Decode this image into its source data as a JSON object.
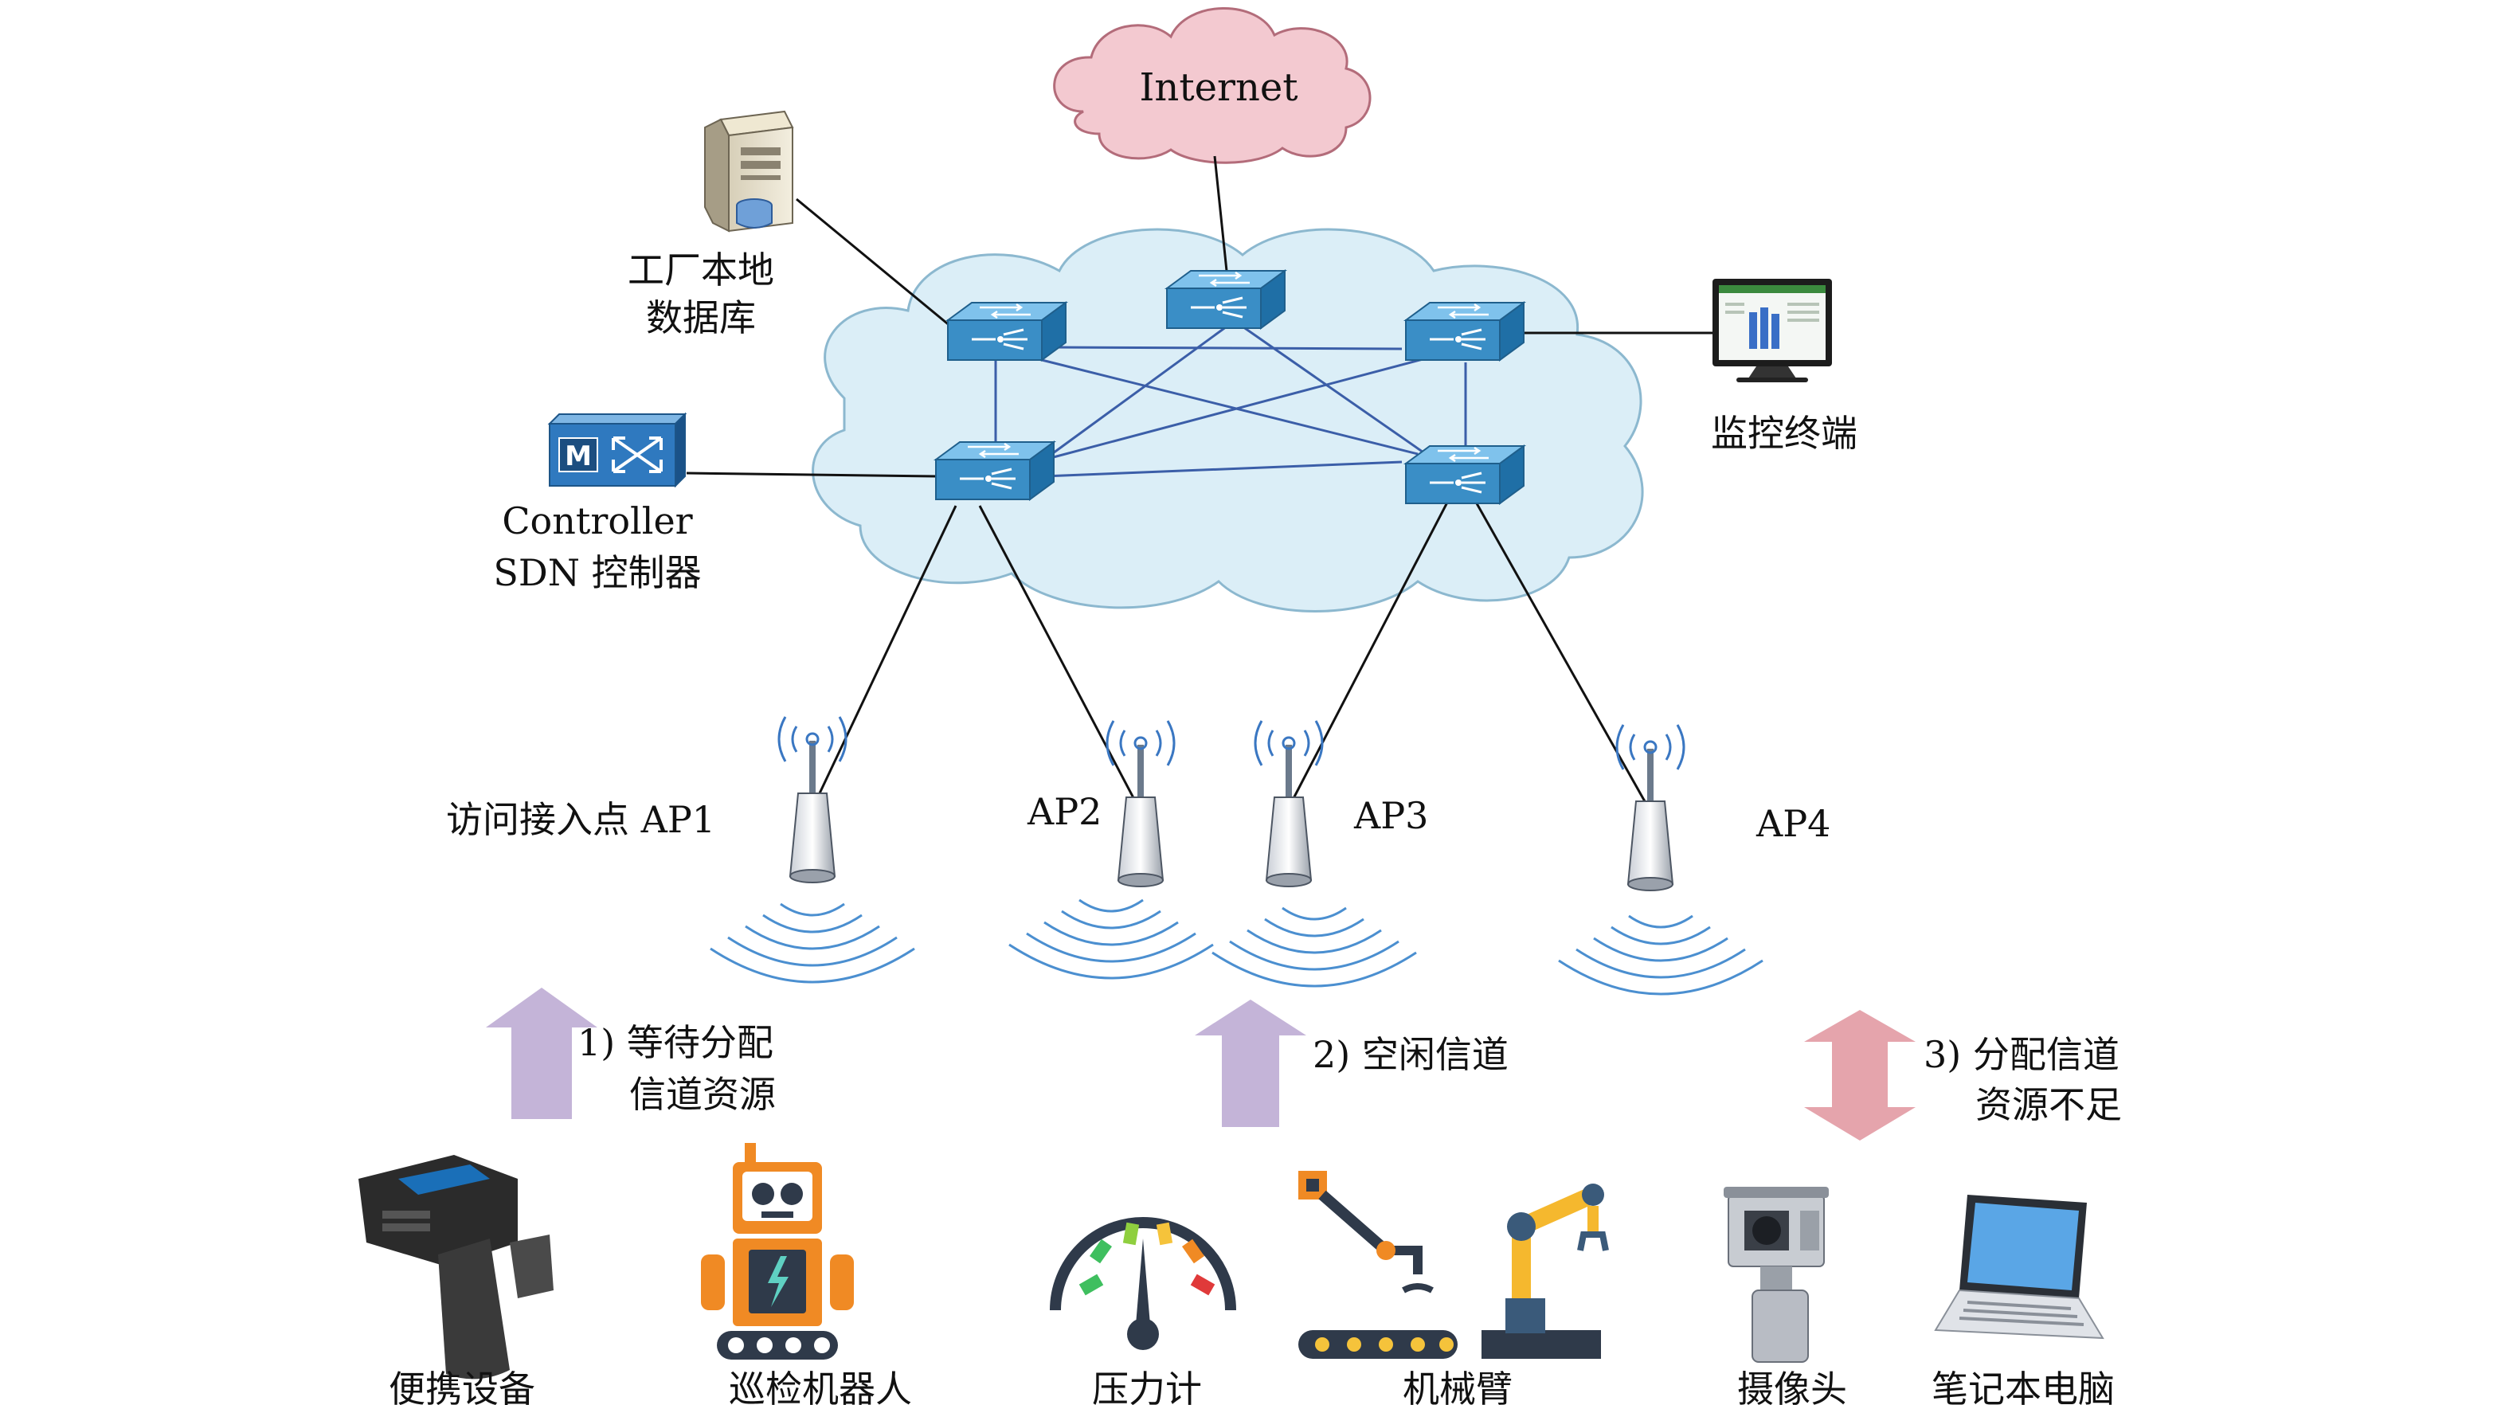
{
  "cloud": {
    "internet_label": "Internet"
  },
  "nodes": {
    "database_line1": "工厂本地",
    "database_line2": "数据库",
    "controller_line1": "Controller",
    "controller_line2": "SDN 控制器",
    "monitor_label": "监控终端",
    "controller_badge": "M"
  },
  "access_points": {
    "ap1_label": "访问接入点 AP1",
    "ap2_label": "AP2",
    "ap3_label": "AP3",
    "ap4_label": "AP4"
  },
  "states": {
    "s1_line1": "1) 等待分配",
    "s1_line2": "信道资源",
    "s2_line1": "2) 空闲信道",
    "s3_line1": "3) 分配信道",
    "s3_line2": "资源不足"
  },
  "devices": {
    "d1": "便携设备",
    "d2": "巡检机器人",
    "d3": "压力计",
    "d4": "机械臂",
    "d5": "摄像头",
    "d6": "笔记本电脑"
  },
  "colors": {
    "internet_cloud": "#f3c9d0",
    "network_cloud": "#dbeef7",
    "switch_blue": "#3a8ec6",
    "link_blue": "#3b5ea8",
    "wifi_blue": "#4b8fd0",
    "arrow_purple": "#c4b4d8",
    "arrow_pink": "#e5a4ac"
  }
}
